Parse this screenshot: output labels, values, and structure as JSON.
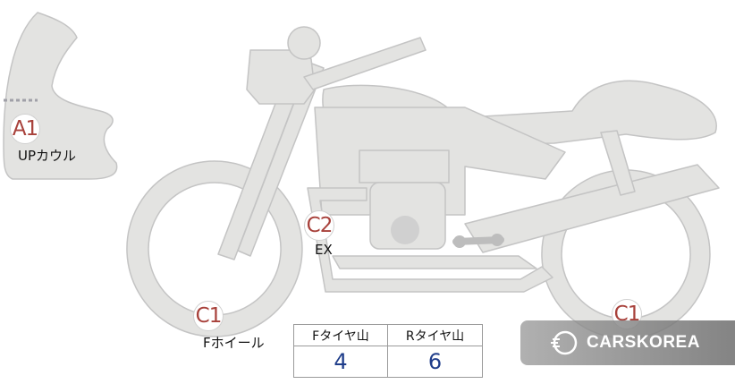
{
  "markers": {
    "a1": "A1",
    "c2": "C2",
    "c1_front": "C1",
    "c1_rear": "C1"
  },
  "labels": {
    "up_cowl": "UPカウル",
    "ex": "EX",
    "f_wheel": "Fホイール"
  },
  "tread_table": {
    "front_header": "Fタイヤ山",
    "rear_header": "Rタイヤ山",
    "front_value": "4",
    "rear_value": "6"
  },
  "watermark": {
    "text": "CARSKOREA"
  },
  "colors": {
    "part_fill": "#e3e3e1",
    "part_stroke": "#c4c4c4",
    "marker_text": "#a8413b",
    "value_text": "#1f3d8a"
  }
}
